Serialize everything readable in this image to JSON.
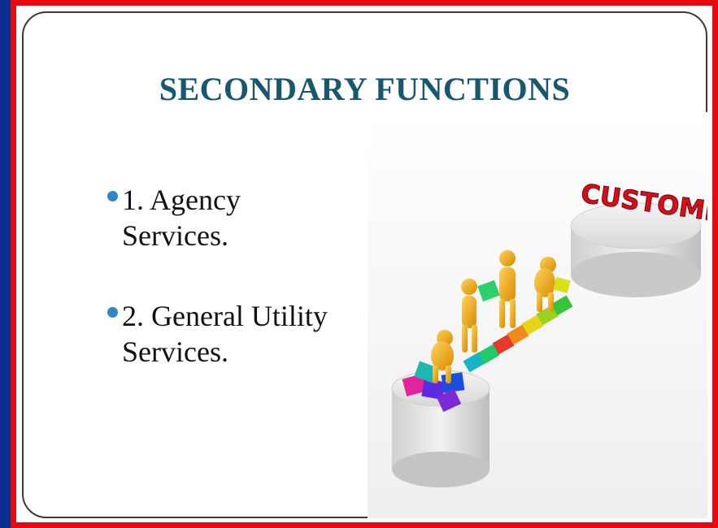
{
  "slide": {
    "title": "SECONDARY FUNCTIONS",
    "bullets": [
      {
        "text": "1. Agency Services."
      },
      {
        "text": "2. General Utility Services."
      }
    ],
    "illustration": {
      "caption_word": "CUSTOMER",
      "icon": "teamwork-puzzle-bridge-icon"
    }
  },
  "colors": {
    "background": "#0a2f8f",
    "frame_border": "#e8080f",
    "title": "#17586f",
    "bullet_dot": "#2e86c8"
  }
}
